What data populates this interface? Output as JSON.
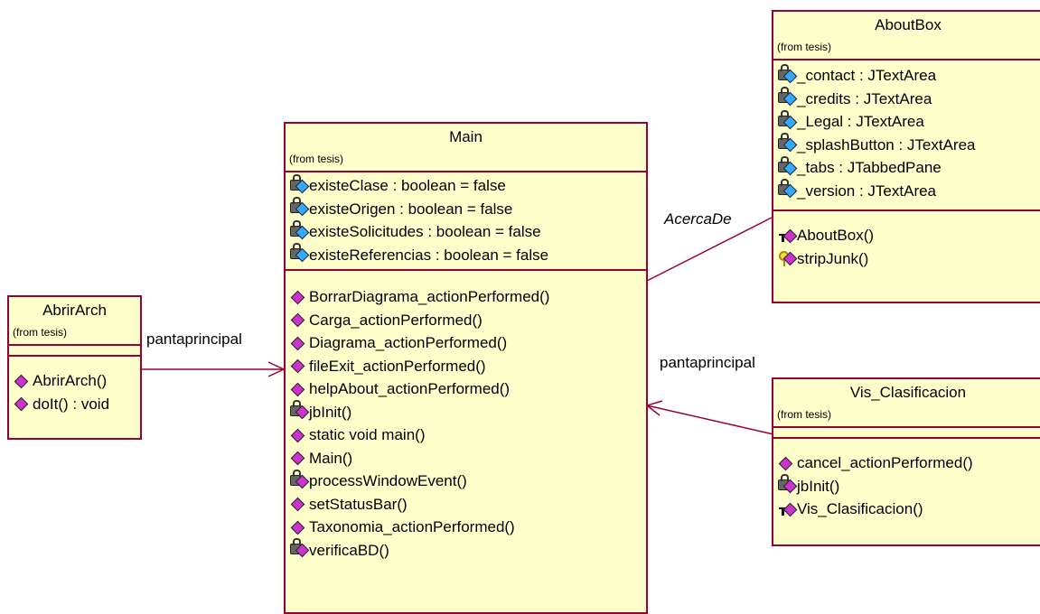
{
  "classes": {
    "main": {
      "name": "Main",
      "from": "(from tesis)",
      "attributes": [
        "existeClase : boolean = false",
        "existeOrigen : boolean = false",
        "existeSolicitudes : boolean = false",
        "existeReferencias : boolean = false"
      ],
      "operations": [
        "BorrarDiagrama_actionPerformed()",
        "Carga_actionPerformed()",
        "Diagrama_actionPerformed()",
        "fileExit_actionPerformed()",
        "helpAbout_actionPerformed()",
        "jbInit()",
        "static void main()",
        "Main()",
        "processWindowEvent()",
        "setStatusBar()",
        "Taxonomia_actionPerformed()",
        "verificaBD()"
      ]
    },
    "about_box": {
      "name": "AboutBox",
      "from": "(from tesis)",
      "attributes": [
        "_contact : JTextArea",
        "_credits : JTextArea",
        "_Legal : JTextArea",
        "_splashButton : JTextArea",
        "_tabs : JTabbedPane",
        "_version : JTextArea"
      ],
      "operations": [
        "AboutBox()",
        "stripJunk()"
      ]
    },
    "abrir_arch": {
      "name": "AbrirArch",
      "from": "(from tesis)",
      "operations": [
        "AbrirArch()",
        "doIt() : void"
      ]
    },
    "vis_clasificacion": {
      "name": "Vis_Clasificacion",
      "from": "(from tesis)",
      "operations": [
        "cancel_actionPerformed()",
        "jbInit()",
        "Vis_Clasificacion()"
      ]
    }
  },
  "associations": {
    "acerca_de": "AcercaDe",
    "abrir_to_main": "pantaprincipal",
    "vis_to_main": "pantaprincipal"
  },
  "colors": {
    "fill": "#ffffcc",
    "border": "#990033",
    "line": "#990033"
  }
}
